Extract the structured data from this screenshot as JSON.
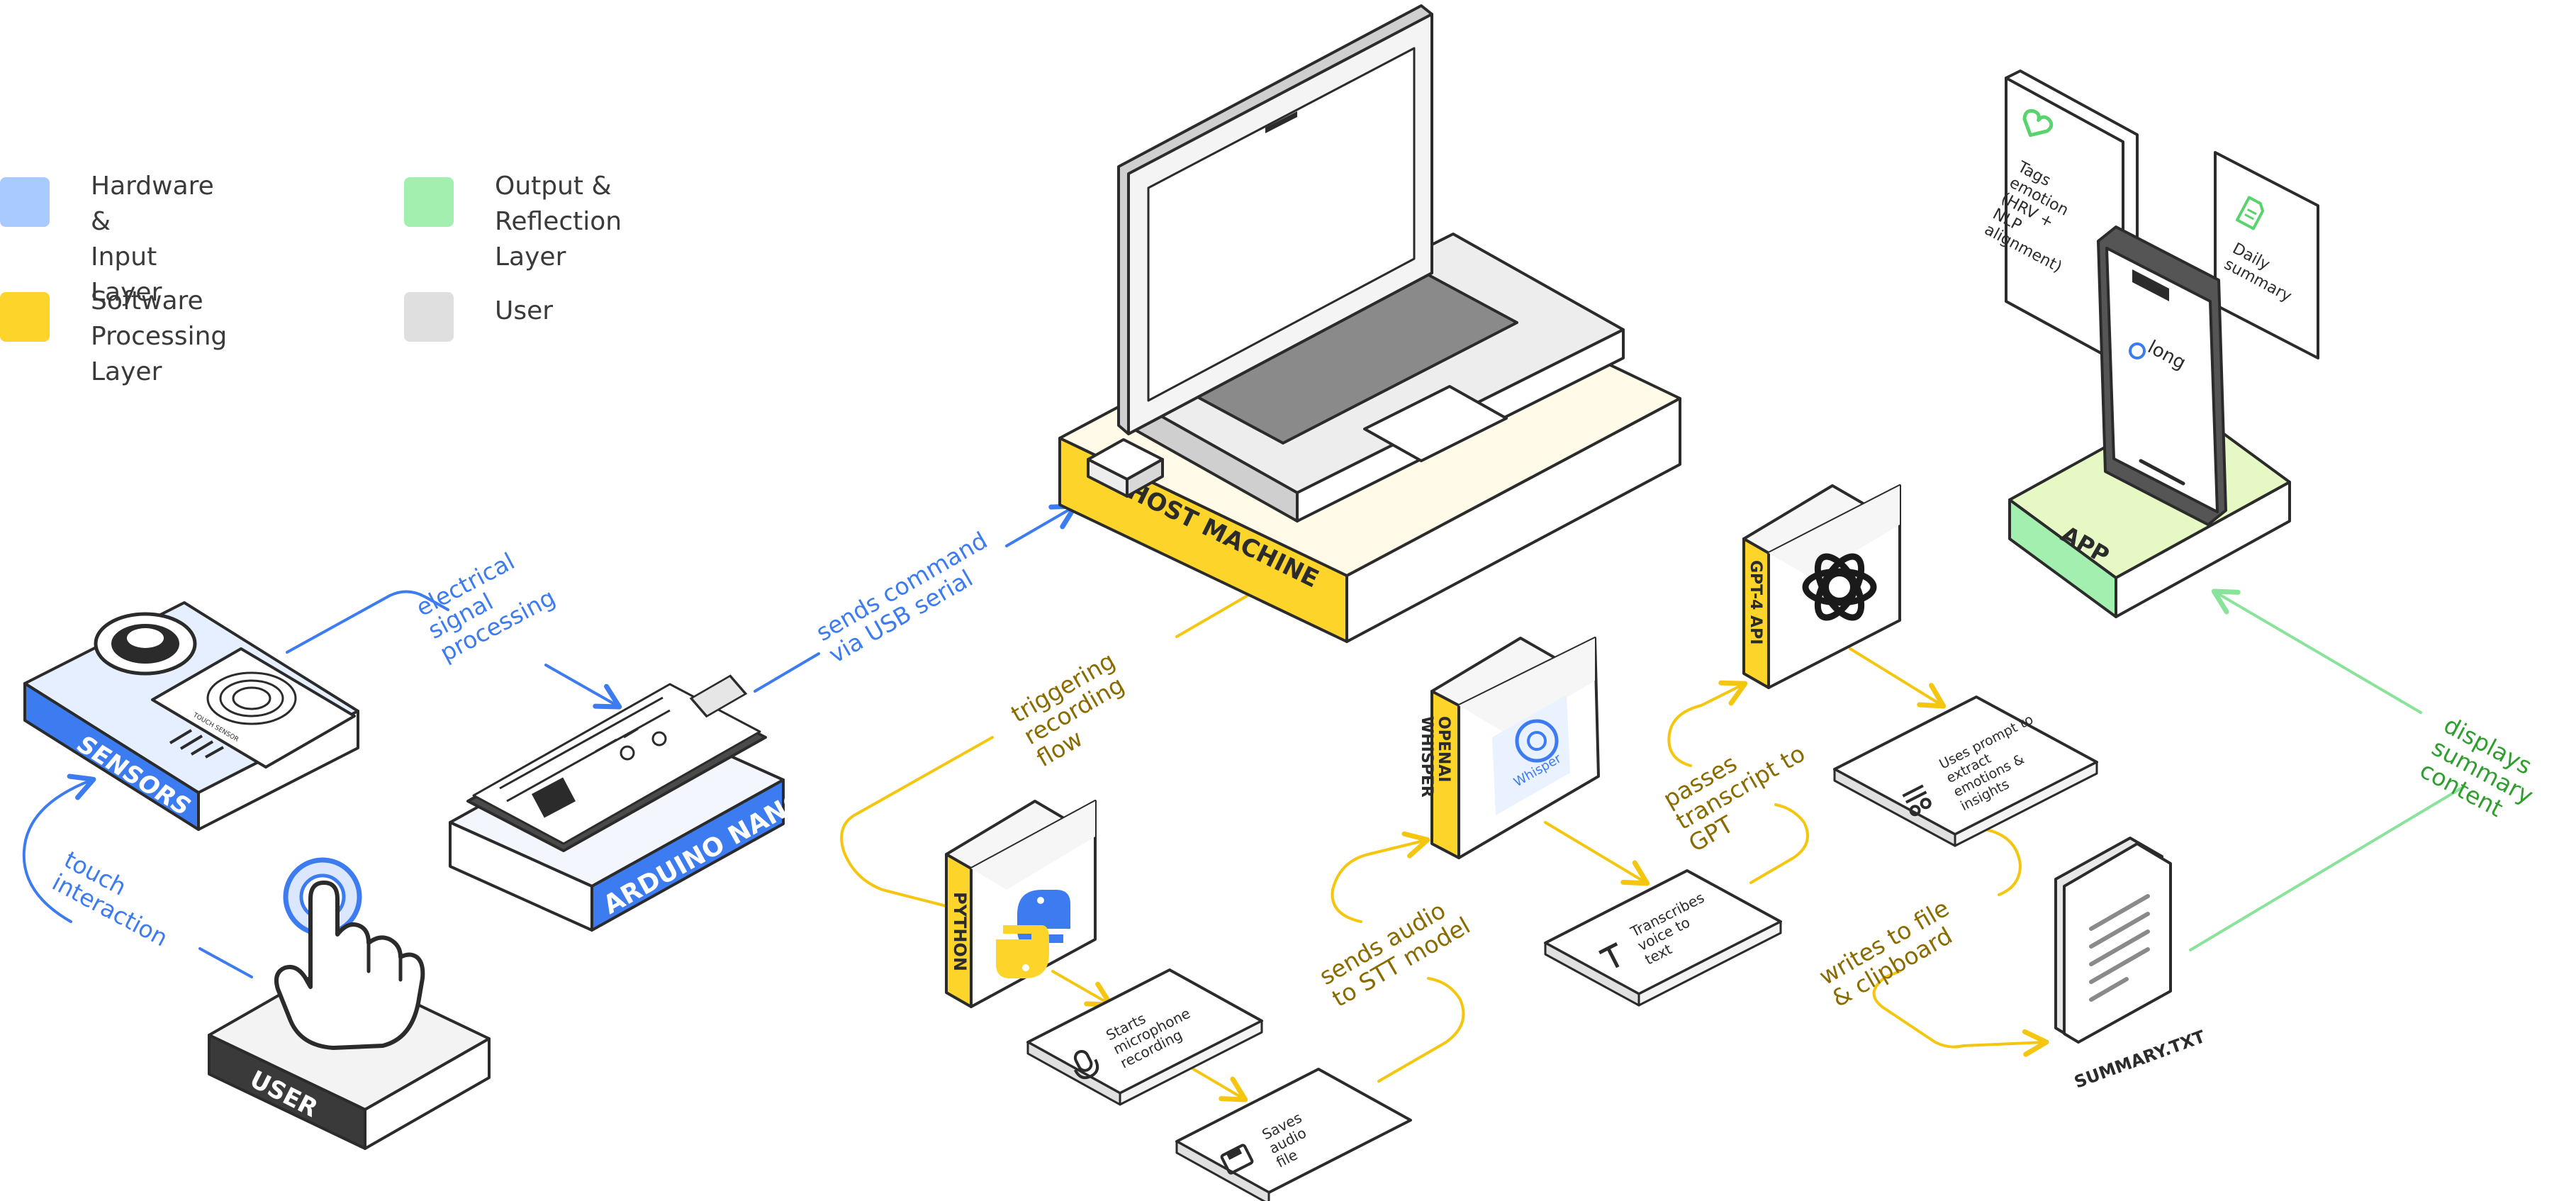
{
  "legend": {
    "items": [
      {
        "label": "Hardware &\nInput Layer",
        "color": "#a9caff"
      },
      {
        "label": "Output &\nReflection Layer",
        "color": "#a3efb0"
      },
      {
        "label": "Software\nProcessing Layer",
        "color": "#fcd42a"
      },
      {
        "label": "User",
        "color": "#e0dfe0"
      }
    ]
  },
  "colors": {
    "hardware": "#3c7bf0",
    "software": "#f5c60f",
    "software_text": "#8a6b00",
    "output": "#59d36e",
    "output_text": "#2f9e2f",
    "user": "#3c3c3c",
    "stroke": "#2b2b2b"
  },
  "nodes": {
    "sensors": "SENSORS",
    "user": "USER",
    "arduino": "ARDUINO NANO",
    "host": "HOST MACHINE",
    "python": "PYTHON",
    "whisper": "OPENAI WHISPER",
    "whisper_logo_text": "Whisper",
    "gpt": "GPT-4 API",
    "app": "APP",
    "summary_file": "SUMMARY.TXT",
    "touch_sensor_label": "TOUCH SENSOR"
  },
  "steps": {
    "start_recording": "Starts microphone recording",
    "save_audio": "Saves audio file",
    "transcribe": "Transcribes voice to text",
    "extract": "Uses prompt to extract emotions & insights"
  },
  "app_cards": {
    "tags": "Tags emotion (HRV + NLP alignment)",
    "summary": "Daily summary",
    "phone_brand": "long"
  },
  "flows": {
    "touch": "touch interaction",
    "electrical": "electrical signal processing",
    "usb": "sends command via USB serial",
    "trigger": "triggering recording flow",
    "stt": "sends audio to STT model",
    "transcript": "passes transcript to GPT",
    "writes": "writes to file & clipboard",
    "displays": "displays summary content"
  },
  "icons": [
    "hand-pointer-icon",
    "python-logo-icon",
    "whisper-logo-icon",
    "openai-logo-icon",
    "microphone-icon",
    "save-disk-icon",
    "text-t-icon",
    "music-note-icon",
    "heart-icon",
    "document-icon",
    "usb-plug-icon"
  ]
}
